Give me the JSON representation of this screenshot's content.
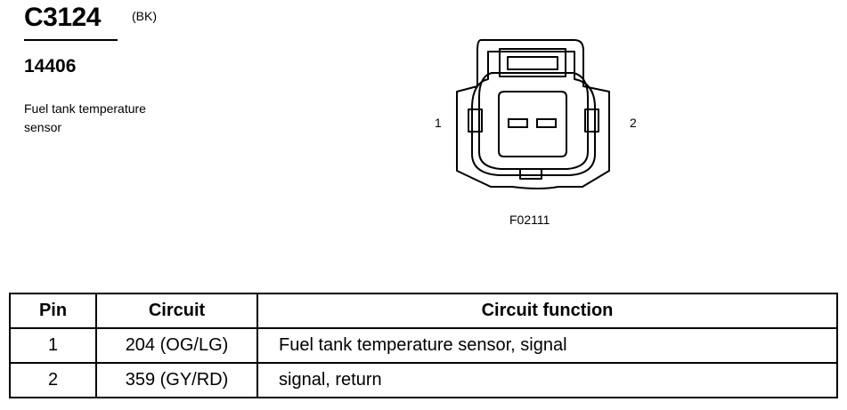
{
  "header": {
    "connector_id": "C3124",
    "color_code": "(BK)",
    "part_number": "14406",
    "description": "Fuel tank temperature sensor"
  },
  "diagram": {
    "pin_left_label": "1",
    "pin_right_label": "2",
    "figure_id": "F02111"
  },
  "table": {
    "headers": {
      "pin": "Pin",
      "circuit": "Circuit",
      "function": "Circuit function"
    },
    "rows": [
      {
        "pin": "1",
        "circuit": "204 (OG/LG)",
        "function": "Fuel tank temperature sensor, signal"
      },
      {
        "pin": "2",
        "circuit": "359 (GY/RD)",
        "function": "signal, return"
      }
    ]
  }
}
